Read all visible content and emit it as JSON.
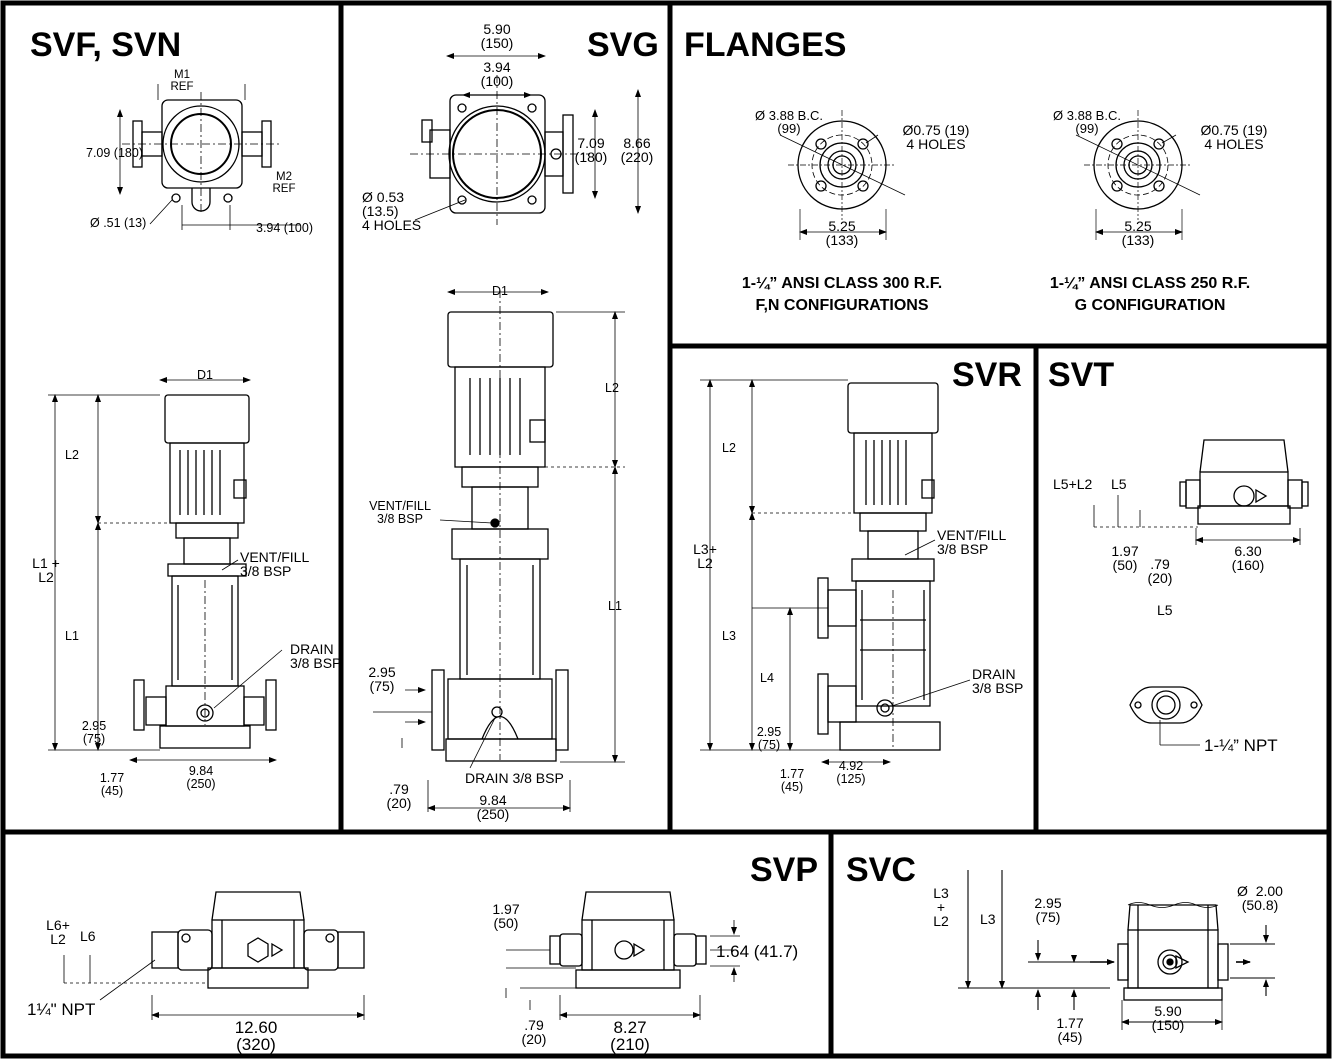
{
  "panels": {
    "svf_svn": {
      "title": "SVF, SVN",
      "m1": "M1\nREF",
      "m2": "M2\nREF",
      "h_7_09": "7.09 (180)",
      "hole_d": "Ø .51 (13)",
      "w_3_94": "3.94 (100)",
      "d1": "D1",
      "l2": "L2",
      "l1_l2": "L1 +\nL2",
      "l1": "L1",
      "vent": "VENT/FILL\n3/8 BSP",
      "drain": "DRAIN\n3/8 BSP",
      "dim_2_95": "2.95\n(75)",
      "dim_1_77": "1.77\n(45)",
      "dim_9_84": "9.84\n(250)"
    },
    "svg": {
      "title": "SVG",
      "w_5_90": "5.90\n(150)",
      "w_3_94": "3.94\n(100)",
      "h_7_09": "7.09\n(180)",
      "h_8_66": "8.66\n(220)",
      "holes": "Ø 0.53\n(13.5)\n4 HOLES",
      "d1": "D1",
      "l2": "L2",
      "l1": "L1",
      "vent": "VENT/FILL\n3/8 BSP",
      "dim_2_95": "2.95\n(75)",
      "drain": "DRAIN  3/8 BSP",
      "dim_0_79": ".79\n(20)",
      "dim_9_84": "9.84\n(250)"
    },
    "flanges": {
      "title": "FLANGES",
      "bc_left": "Ø 3.88 B.C.\n(99)",
      "holes_left": "Ø0.75 (19)\n4 HOLES",
      "dia_left": "5.25\n(133)",
      "caption_left": "1-¼” ANSI CLASS 300 R.F.\nF,N CONFIGURATIONS",
      "bc_right": "Ø 3.88 B.C.\n(99)",
      "holes_right": "Ø0.75 (19)\n4 HOLES",
      "dia_right": "5.25\n(133)",
      "caption_right": "1-¼” ANSI CLASS 250 R.F.\nG CONFIGURATION"
    },
    "svr": {
      "title": "SVR",
      "l2": "L2",
      "l3_l2": "L3+\nL2",
      "l3": "L3",
      "l4": "L4",
      "vent": "VENT/FILL\n3/8 BSP",
      "drain": "DRAIN\n3/8 BSP",
      "dim_2_95": "2.95\n(75)",
      "dim_1_77": "1.77\n(45)",
      "dim_4_92": "4.92\n(125)"
    },
    "svt": {
      "title": "SVT",
      "l5_l2": "L5+L2",
      "l5_top": "L5",
      "dim_1_97": "1.97\n(50)",
      "dim_0_79": ".79\n(20)",
      "dim_6_30": "6.30\n(160)",
      "l5_mid": "L5",
      "npt": "1-¼” NPT"
    },
    "svp": {
      "title": "SVP",
      "l6_l2": "L6+\nL2",
      "l6": "L6",
      "npt": "1¼\" NPT",
      "dim_12_60": "12.60\n(320)",
      "dim_1_97": "1.97\n(50)",
      "dim_1_64": "1.64 (41.7)",
      "dim_0_79": ".79\n(20)",
      "dim_8_27": "8.27\n(210)"
    },
    "svc": {
      "title": "SVC",
      "l3_l2": "L3\n+\nL2",
      "l3": "L3",
      "dim_2_95": "2.95\n(75)",
      "dim_2_00": "Ø  2.00\n(50.8)",
      "dim_1_77": "1.77\n(45)",
      "dim_5_90": "5.90\n(150)"
    }
  }
}
